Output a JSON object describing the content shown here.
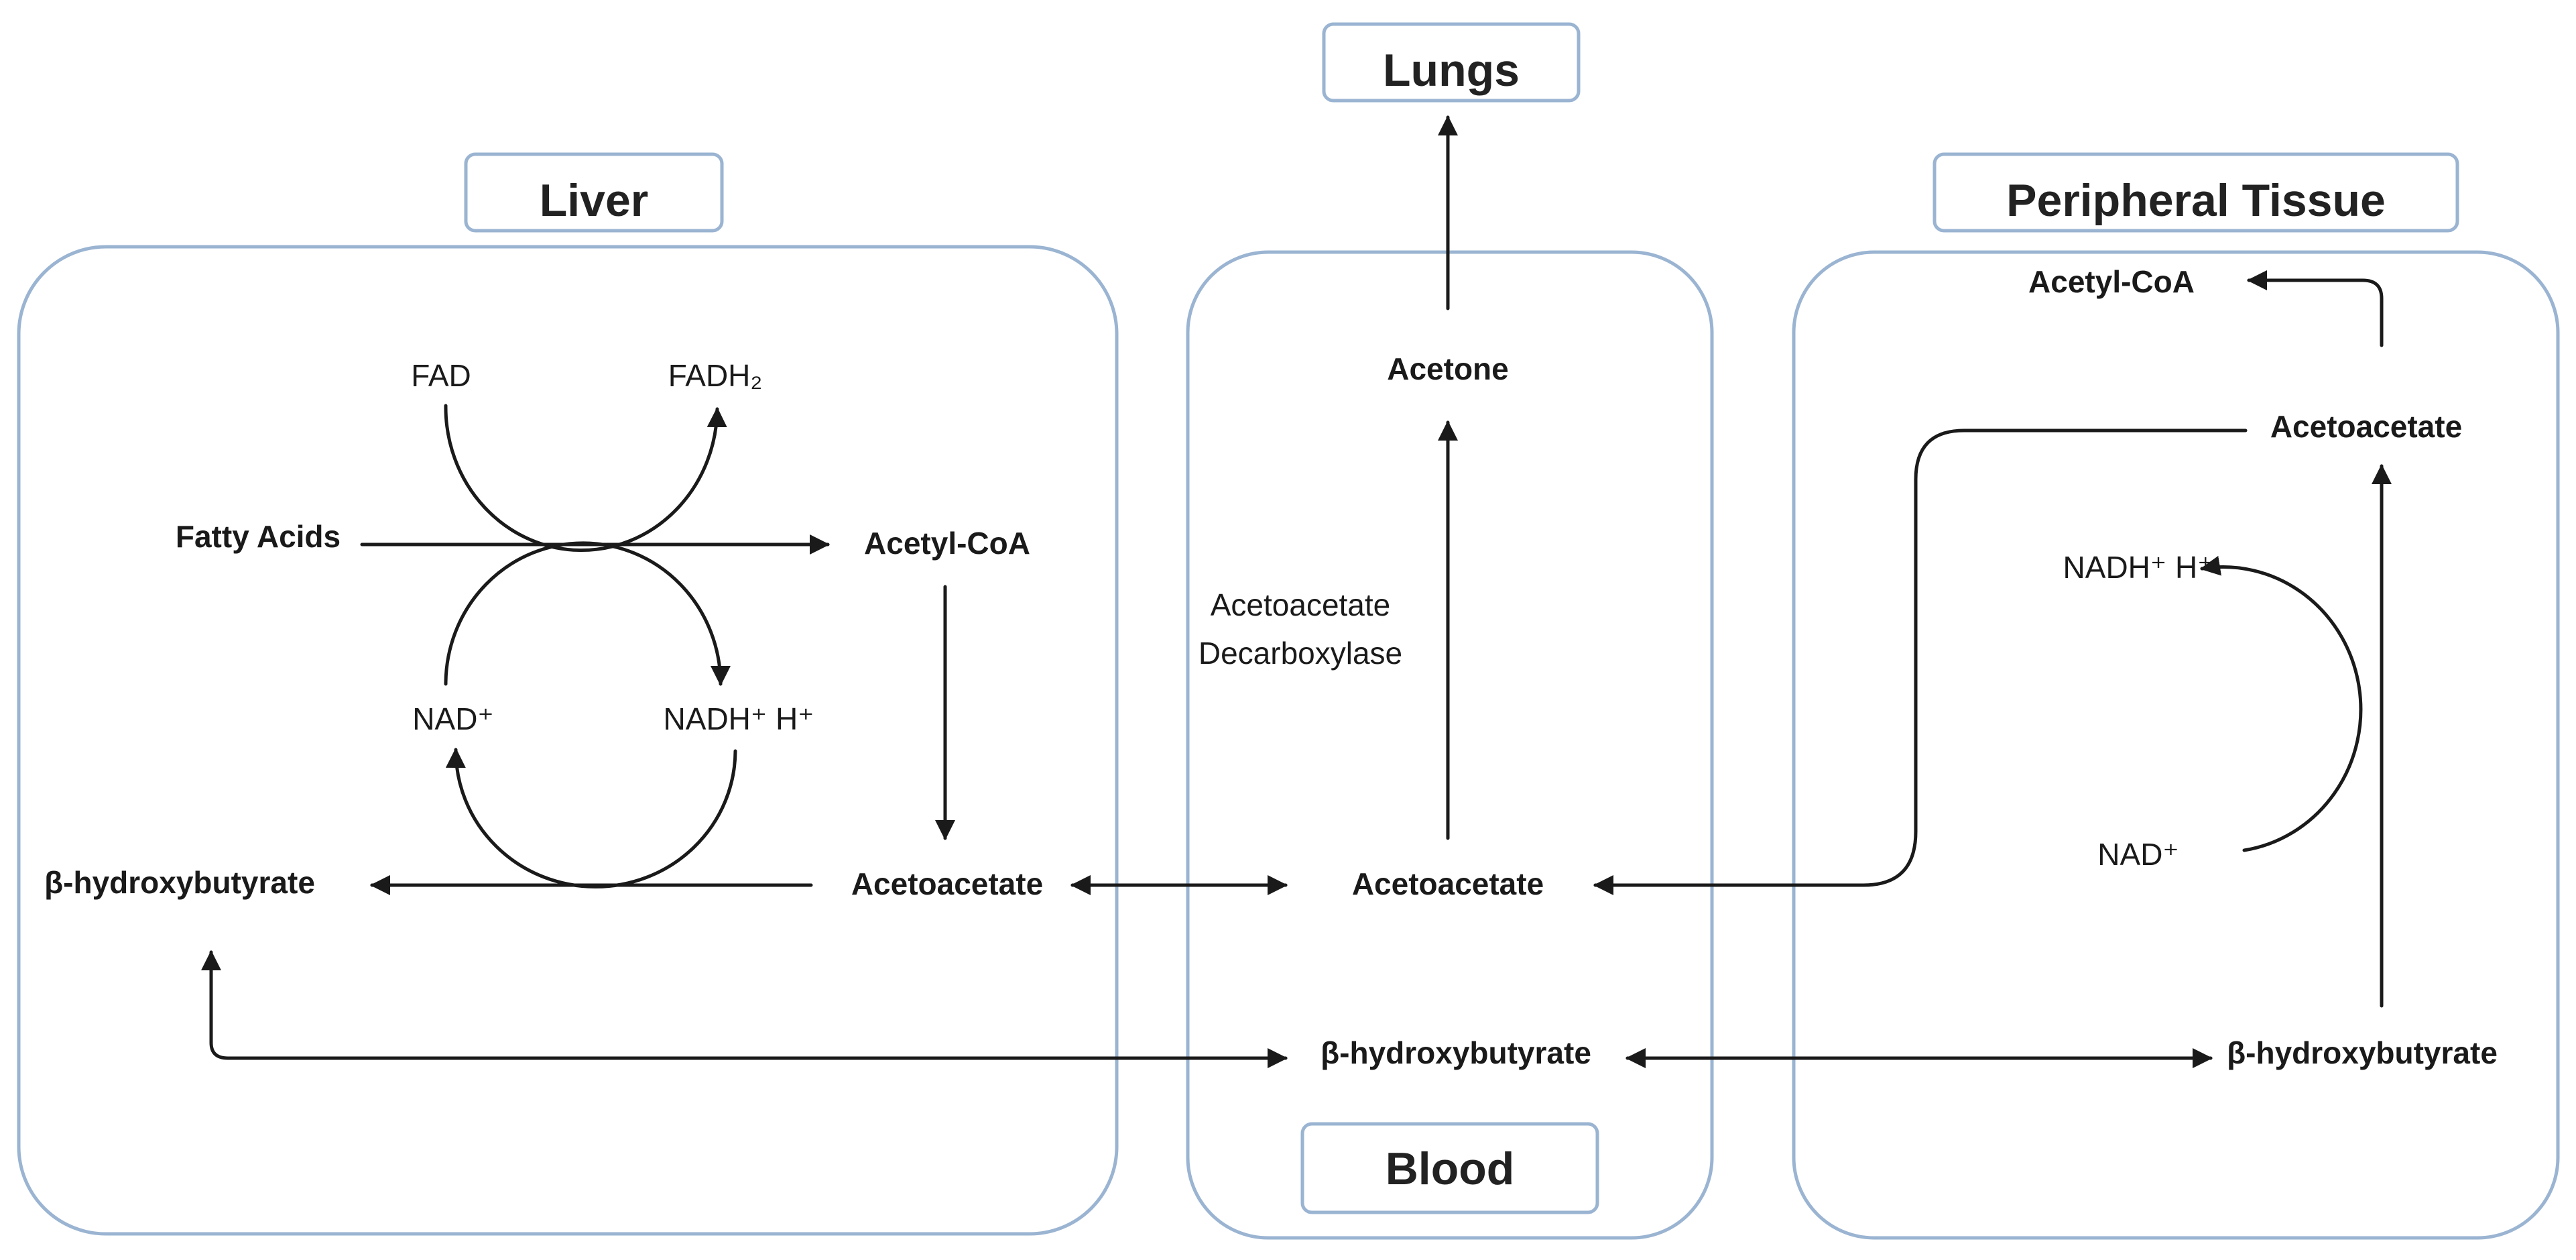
{
  "compartments": {
    "lungs": "Lungs",
    "liver": "Liver",
    "blood": "Blood",
    "peripheral": "Peripheral Tissue"
  },
  "liver": {
    "fad": "FAD",
    "fadh2": "FADH₂",
    "fatty_acids": "Fatty Acids",
    "acetyl_coa": "Acetyl-CoA",
    "nad": "NAD⁺",
    "nadh": "NADH⁺ H⁺",
    "bhb": "β-hydroxybutyrate",
    "acetoacetate": "Acetoacetate"
  },
  "blood": {
    "acetone": "Acetone",
    "enzyme_line1": "Acetoacetate",
    "enzyme_line2": "Decarboxylase",
    "acetoacetate": "Acetoacetate",
    "bhb": "β-hydroxybutyrate"
  },
  "peripheral": {
    "acetyl_coa": "Acetyl-CoA",
    "acetoacetate": "Acetoacetate",
    "nadh": "NADH⁺ H⁺",
    "nad": "NAD⁺",
    "bhb": "β-hydroxybutyrate"
  }
}
